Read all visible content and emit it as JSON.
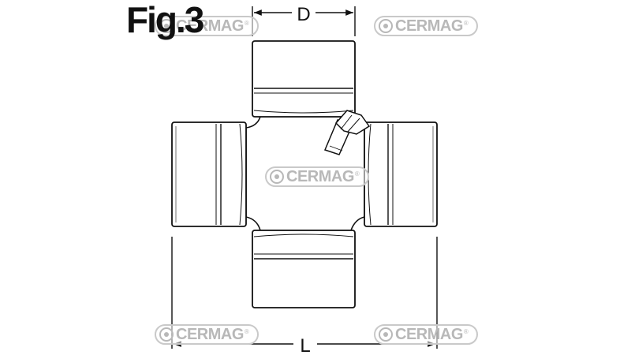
{
  "figure": {
    "title": "Fig.3",
    "dimension_labels": {
      "D": "D",
      "L": "L"
    }
  },
  "watermark": {
    "text": "CERMAG",
    "registered_mark": "®",
    "icon": "cermag-logo-icon"
  },
  "colors": {
    "line": "#111111",
    "watermark": "#b8b8b8",
    "background": "#ffffff"
  }
}
